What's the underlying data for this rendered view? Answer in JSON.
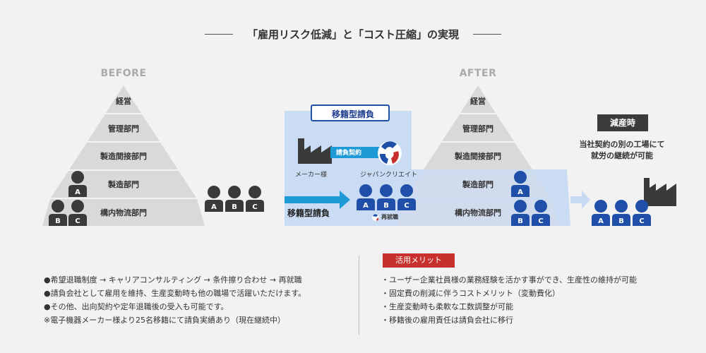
{
  "title": "「雇用リスク低減」と「コスト圧縮」の実現",
  "before": {
    "label": "BEFORE",
    "levels": [
      "経営",
      "管理部門",
      "製造間接部門",
      "製造部門",
      "構内物流部門"
    ]
  },
  "after": {
    "label": "AFTER",
    "levels": [
      "経営",
      "管理部門",
      "製造間接部門",
      "製造部門",
      "構内物流部門"
    ]
  },
  "dispatch": {
    "badge": "移籍型請負",
    "maker": "メーカー様",
    "contract": "請負契約",
    "company": "ジャパンクリエイト",
    "arrow_label": "移籍型請負",
    "rehire": "再就職"
  },
  "reduction": {
    "badge": "減産時",
    "text_line1": "当社契約の別の工場にて",
    "text_line2": "就労の継続が可能"
  },
  "people_letters": [
    "A",
    "B",
    "C"
  ],
  "left_bullets": [
    "●希望退職制度 → キャリアコンサルティング → 条件擦り合わせ → 再就職",
    "●請負会社として雇用を維持、生産変動時も他の職場で活躍いただけます。",
    "●その他、出向契約や定年退職後の受入も可能です。",
    "※電子機器メーカー様より25名移籍にて請負実績あり（現在継続中）"
  ],
  "merit": {
    "badge": "活用メリット",
    "items": [
      "・ユーザー企業社員様の業務経験を活かす事ができ、生産性の維持が可能",
      "・固定費の削減に伴うコストメリット（変動費化）",
      "・生産変動時も柔軟な工数調整が可能",
      "・移籍後の雇用責任は請負会社に移行"
    ]
  },
  "colors": {
    "person_dark": "#3a3a3a",
    "person_blue": "#1f4fa8",
    "pyramid": "#d9d9d9",
    "highlight_blue": "#c6daf3",
    "accent_red": "#c8302e"
  }
}
